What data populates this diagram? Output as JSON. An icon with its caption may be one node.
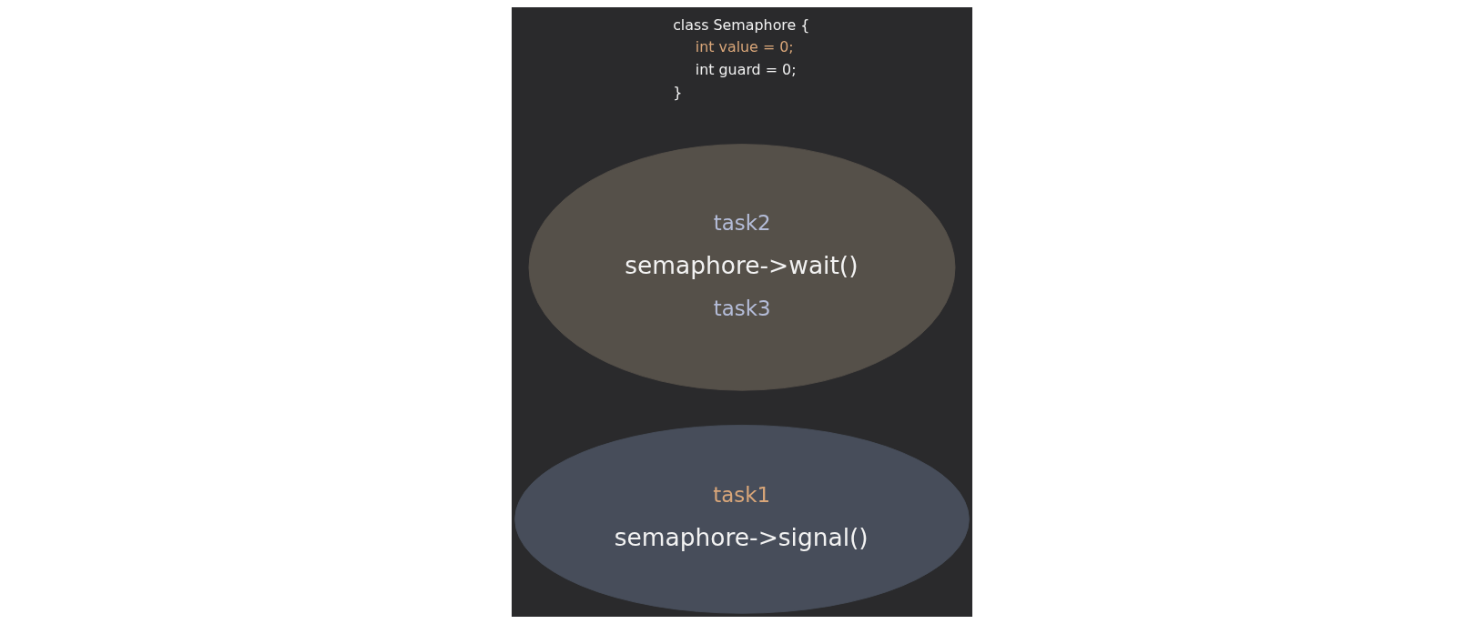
{
  "diagram": {
    "nodes": [
      {
        "text": [
          "task1",
          "semaphore->signal()"
        ]
      },
      {
        "text": [
          "task2",
          "semaphore->wait()",
          "task3"
        ]
      }
    ],
    "labels": [
      "class Semaphore {",
      "int value = 0;",
      "int guard = 0;",
      "}"
    ]
  }
}
